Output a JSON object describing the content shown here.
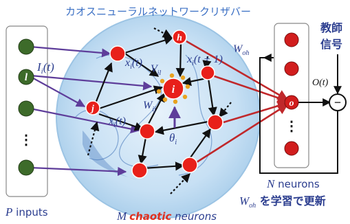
{
  "title": "カオスニューラルネットワークリザバー",
  "teacher_signal": [
    "教師",
    "信号"
  ],
  "labels": {
    "input_node": "l",
    "input_signal": "I",
    "input_signal_sub": "i",
    "input_signal_arg": "(t)",
    "x_t": "x",
    "x_t_sub": "i",
    "x_t_arg": "(t)",
    "x_t1": "x",
    "x_t1_sub": "i",
    "x_t1_arg": "(t + 1)",
    "neuron_h": "h",
    "neuron_i": "i",
    "neuron_j": "j",
    "v_il": "V",
    "v_il_sub": "il",
    "w_ij": "W",
    "w_ij_sub": "ij",
    "theta": "θ",
    "theta_sub": "i",
    "w_oh": "W",
    "w_oh_sub": "oh",
    "output_node": "o",
    "output_signal": "O(t)",
    "minus": "−",
    "dots": "⋮"
  },
  "captions": {
    "p_letter": "P",
    "p_text": " inputs",
    "m_letter": "M",
    "m_chaotic": "chaotic",
    "m_text": " neurons",
    "n_letter": "N",
    "n_text": " neurons",
    "learn_w": "W",
    "learn_sub": "oh",
    "learn_text": " を学習で更新"
  },
  "colors": {
    "title": "#3a6fc4",
    "neuron": "#e8201a",
    "input_node": "#3d6b2a",
    "output_node": "#d11d1d",
    "arrow_purple": "#5e3d9a",
    "arrow_red": "#c0282b",
    "label_blue": "#2b3d8f",
    "chaotic": "#e0301f",
    "halo": "#e8a220"
  }
}
